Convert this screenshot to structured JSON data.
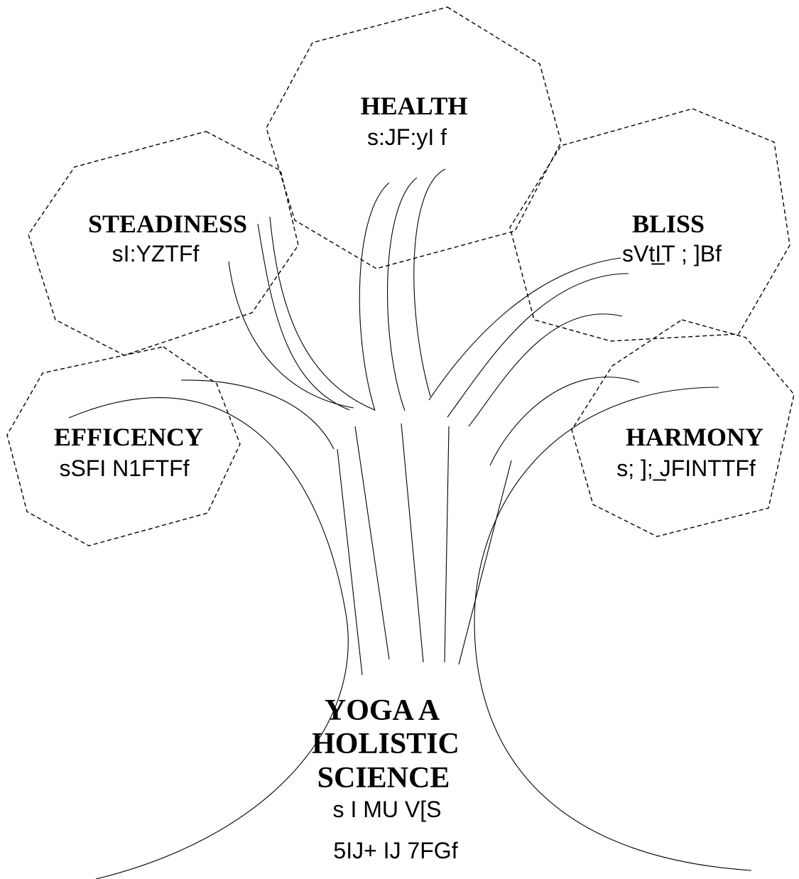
{
  "nodes": {
    "health": {
      "title": "HEALTH",
      "gloss": "s:JF:yI f"
    },
    "steadiness": {
      "title": "STEADINESS",
      "gloss": "sI:YZTFf"
    },
    "bliss": {
      "title": "BLISS",
      "gloss": "sVtI̲T ; ]Bf"
    },
    "efficency": {
      "title": "EFFICENCY",
      "gloss": "sSFI N1FTFf"
    },
    "harmony": {
      "title": "HARMONY",
      "gloss": "s; ]; ̲JFINTTFf"
    }
  },
  "root": {
    "title_lines": [
      "YOGA A",
      "HOLISTIC",
      "SCIENCE"
    ],
    "gloss_lines": [
      "s I MU V[S",
      "5IJ+ IJ 7FGf"
    ]
  }
}
